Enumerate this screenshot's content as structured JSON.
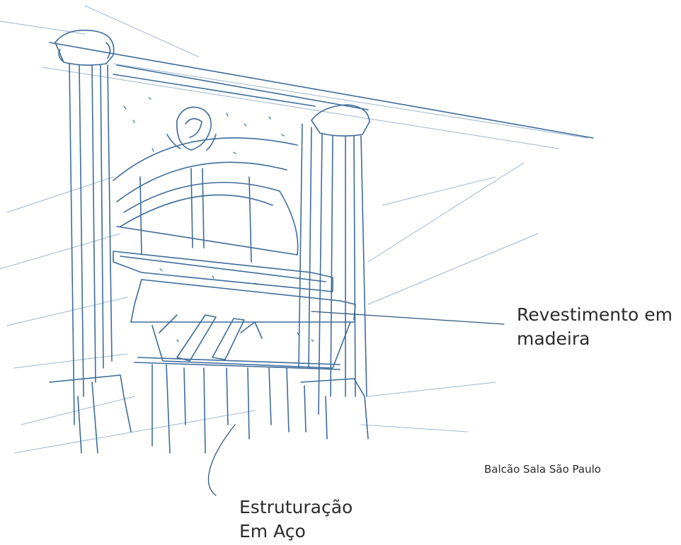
{
  "sketch": {
    "ink_color": "#3d6c9a",
    "ink_light": "#9db6cf",
    "ink_dark": "#2e577f"
  },
  "annotations": {
    "wood_cladding": [
      "Revestimento em",
      "madeira"
    ],
    "steel_structure": [
      "Estruturação",
      "Em Aço"
    ]
  },
  "caption": "Balcão Sala São Paulo"
}
